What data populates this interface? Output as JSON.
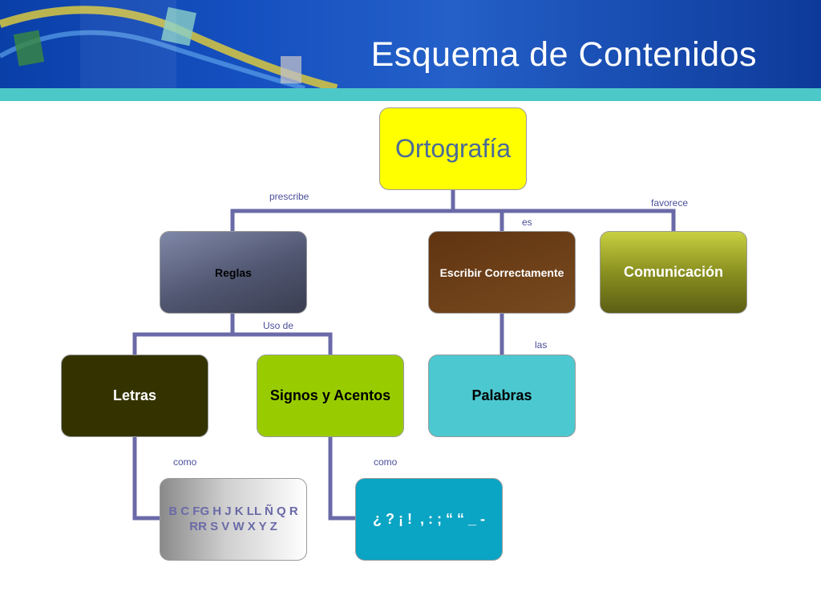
{
  "header": {
    "title": "Esquema de Contenidos"
  },
  "diagram": {
    "root": "Ortografía",
    "nodes": {
      "reglas": "Reglas",
      "escribir": "Escribir Correctamente",
      "comunicacion": "Comunicación",
      "letras": "Letras",
      "signos": "Signos y Acentos",
      "palabras": "Palabras",
      "letras_list": "B C FG H J K LL Ñ Q R RR S V W X Y Z",
      "signos_list": "¿ ? ¡ !  , : ; “ “ _ -"
    },
    "relations": {
      "prescribe": "prescribe",
      "es": "es",
      "favorece": "favorece",
      "uso_de": "Uso de",
      "las": "las",
      "como_letras": "como",
      "como_signos": "como"
    }
  },
  "colors": {
    "connector": "#6a6aa8",
    "root_fill": "#ffff00",
    "root_text": "#4a6a9a",
    "accent_teal": "#4cc8c8"
  }
}
